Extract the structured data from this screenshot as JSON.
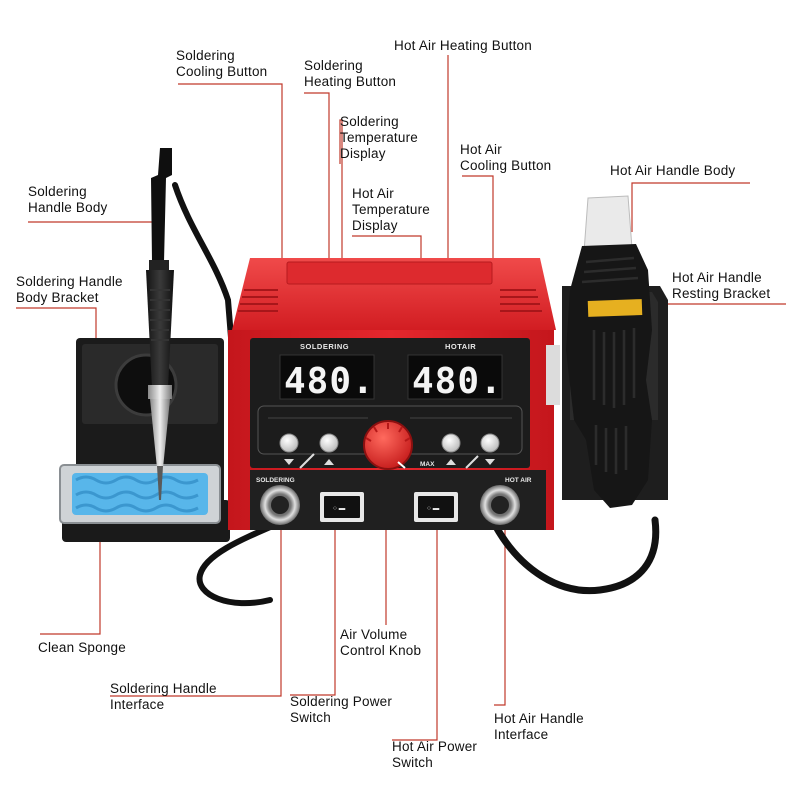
{
  "panel": {
    "soldering_header": "SOLDERING",
    "hotair_header": "HOTAIR",
    "soldering_display": "480.",
    "hotair_display": "480.",
    "knob_max": "MAX",
    "soldering_port": "SOLDERING",
    "hotair_port": "HOT AIR",
    "switch_symbol": "○ ▬"
  },
  "labels": {
    "soldering_cooling_button": "Soldering\nCooling Button",
    "soldering_heating_button": "Soldering\nHeating Button",
    "hot_air_heating_button": "Hot Air Heating Button",
    "soldering_temperature_display": "Soldering\nTemperature\nDisplay",
    "hot_air_temperature_display": "Hot Air\nTemperature\nDisplay",
    "hot_air_cooling_button": "Hot Air\nCooling Button",
    "hot_air_handle_body": "Hot Air Handle Body",
    "soldering_handle_body": "Soldering\nHandle Body",
    "soldering_handle_body_bracket": "Soldering Handle\nBody Bracket",
    "hot_air_handle_resting_bracket": "Hot Air Handle\nResting Bracket",
    "clean_sponge": "Clean Sponge",
    "air_volume_control_knob": "Air Volume\nControl Knob",
    "soldering_handle_interface": "Soldering Handle\nInterface",
    "soldering_power_switch": "Soldering Power\nSwitch",
    "hot_air_handle_interface": "Hot Air Handle\nInterface",
    "hot_air_power_switch": "Hot Air Power\nSwitch"
  },
  "colors": {
    "leader_line": "#c0392b",
    "housing": "#e3262a",
    "panel": "#1c1c1c"
  }
}
